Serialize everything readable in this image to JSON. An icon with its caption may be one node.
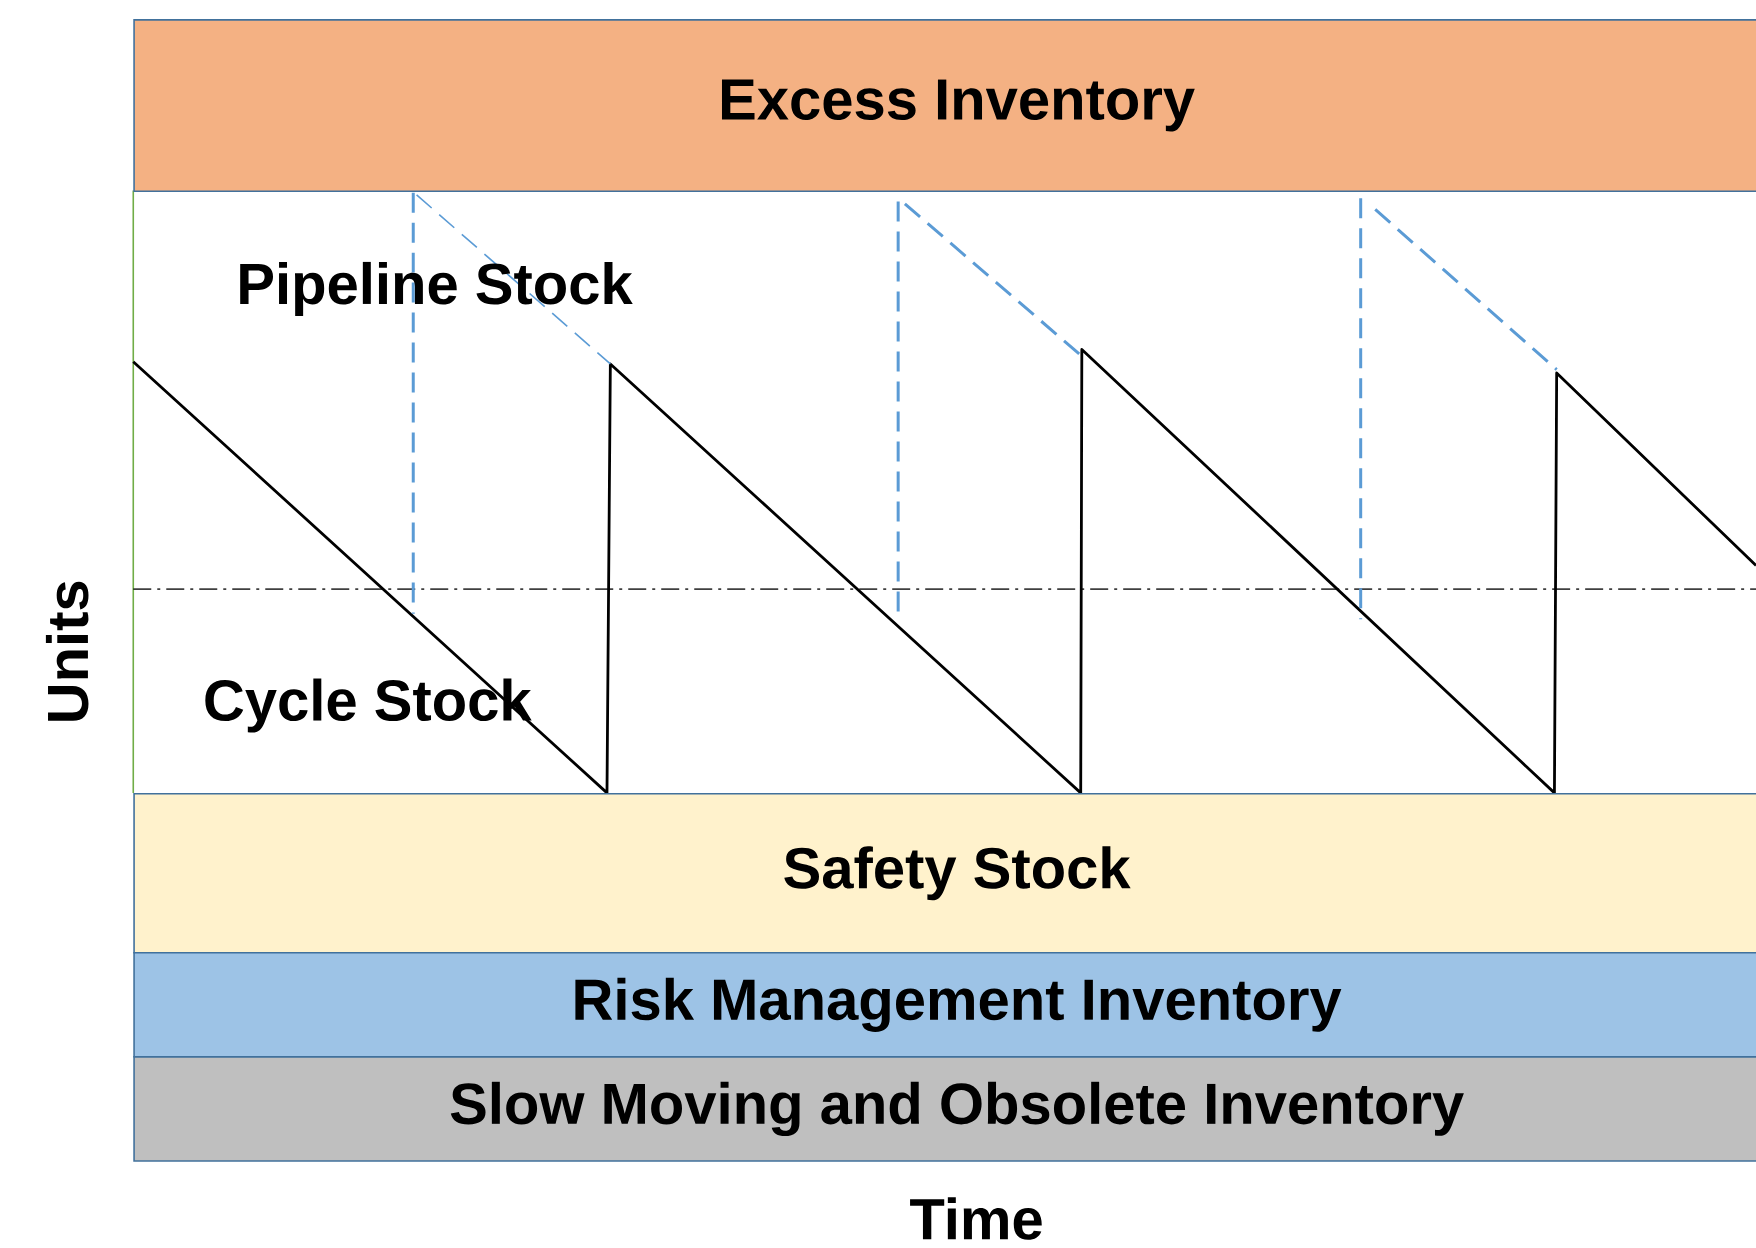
{
  "diagram": {
    "nodes": [
      {
        "text": [
          "Excess Inventory"
        ]
      },
      {
        "text": [
          "Safety Stock"
        ]
      },
      {
        "text": [
          "Risk Management Inventory"
        ]
      },
      {
        "text": [
          "Slow Moving and Obsolete Inventory"
        ]
      }
    ],
    "labels": [
      "Pipeline Stock",
      "Units",
      "Cycle Stock",
      "Time"
    ]
  }
}
